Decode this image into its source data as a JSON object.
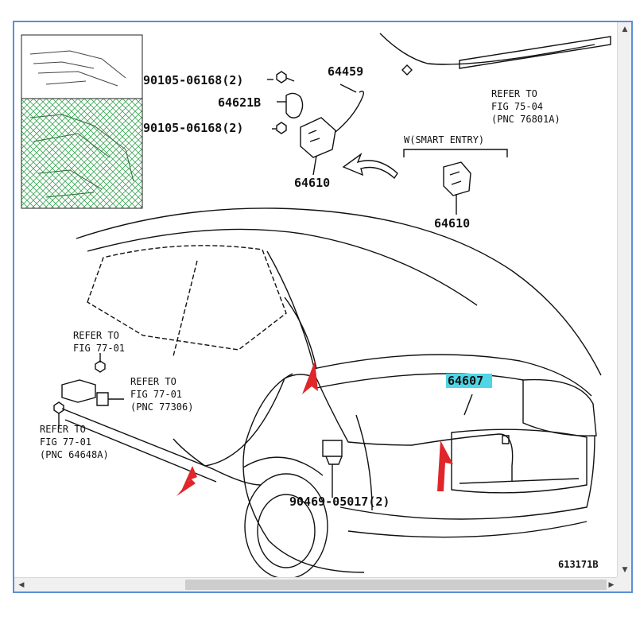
{
  "labels": {
    "p_90105_06168_top": "90105-06168(2)",
    "p_64459": "64459",
    "p_64621b": "64621B",
    "p_90105_06168_mid": "90105-06168(2)",
    "p_64610_left": "64610",
    "refer_75_04_l1": "REFER TO",
    "refer_75_04_l2": "FIG 75-04",
    "refer_75_04_l3": "(PNC 76801A)",
    "smart_entry": "W(SMART ENTRY)",
    "p_64610_right": "64610",
    "refer_77_01_a_l1": "REFER TO",
    "refer_77_01_a_l2": "FIG 77-01",
    "refer_77_01_b_l1": "REFER TO",
    "refer_77_01_b_l2": "FIG 77-01",
    "refer_77_01_b_l3": "(PNC 77306)",
    "refer_77_01_c_l1": "REFER TO",
    "refer_77_01_c_l2": "FIG 77-01",
    "refer_77_01_c_l3": "(PNC 64648A)",
    "p_64607": "64607",
    "p_90469_05017": "90469-05017(2)",
    "diagram_id": "613171B"
  },
  "colors": {
    "highlight": "#4fd6e6",
    "arrow_red": "#e0262a",
    "frame_border": "#5b8fd6",
    "thumbnail_hatch": "#3aa655"
  },
  "icons": {
    "scroll_up": "▲",
    "scroll_down": "▼",
    "scroll_left": "◀",
    "scroll_right": "▶"
  }
}
